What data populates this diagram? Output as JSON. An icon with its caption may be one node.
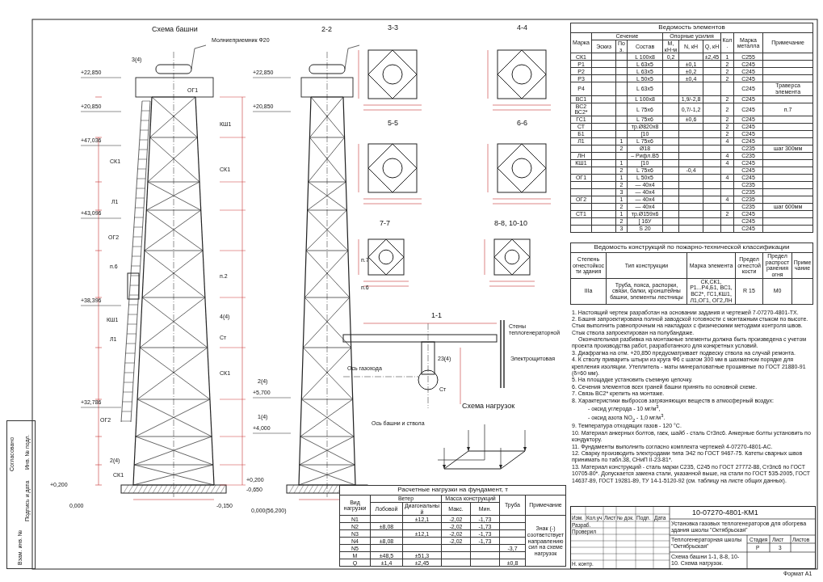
{
  "diagram": {
    "labels": [
      "Схема башни",
      "Молниеприемник Ф20",
      "2-2",
      "+22,850",
      "+20,850",
      "+47,036",
      "+43,096",
      "+38,396",
      "+32,786",
      "+0,200",
      "0,000",
      "-0,150",
      "3(4)",
      "ОГ1",
      "КШ1",
      "СК1",
      "СК1",
      "Л1",
      "ОГ2",
      "п.6",
      "п.2",
      "4(4)",
      "КШ1",
      "Л1",
      "Ст",
      "СК1",
      "ОГ2",
      "2(4)",
      "СК1",
      "+22,850",
      "+20,850",
      "п.7",
      "п.6",
      "2(4)",
      "+5,700",
      "1(4)",
      "+4,000",
      "+0,200",
      "-0,650",
      "0,000(56,200)",
      "3-3",
      "4-4",
      "5-5",
      "6-6",
      "7-7",
      "8-8, 10-10",
      "1-1",
      "Стены теплогенераторной",
      "Электрощитовая",
      "Ось газохода",
      "23(4)",
      "Ст",
      "Схема нагрузок",
      "Ось башни и ствола",
      "Ведомость элементов",
      "Марка",
      "Сечение",
      "Опорные усилия",
      "Кол.",
      "Марка металла",
      "Примечание",
      "Эскиз",
      "Поз.",
      "Состав",
      "M, кН·м",
      "N, кН",
      "Q, кН",
      "СК1",
      "L 100x8",
      "0,2",
      "±2,45",
      "1",
      "С255",
      "Р1",
      "L 63x5",
      "±0,1",
      "2",
      "С245",
      "Р2",
      "L 63x5",
      "±0,2",
      "2",
      "С245",
      "Р3",
      "L 50x5",
      "±0,4",
      "2",
      "С245",
      "Р4",
      "L 63x5",
      "С245",
      "Траверса элемента",
      "ВС1",
      "L 100x8",
      "1,9/-2,8",
      "2",
      "С245",
      "ВС2 ВС2*",
      "L 75x6",
      "0,7/-1,2",
      "2",
      "С245",
      "п.7",
      "ГС1",
      "L 75x6",
      "±0,6",
      "2",
      "С245",
      "СТ",
      "тр.Ø820x8",
      "2",
      "С245",
      "Б1",
      "[10",
      "2",
      "С245",
      "Л1",
      "1",
      "L 75x6",
      "4",
      "С245",
      "2",
      "Ø18",
      "С235",
      "шаг 300мм",
      "ЛН",
      "– Рифл.В5",
      "4",
      "С235",
      "КШ1",
      "1",
      "[10",
      "4",
      "С245",
      "2",
      "L 75x6",
      "-0,4",
      "С245",
      "ОГ1",
      "1",
      "L 50x5",
      "4",
      "С245",
      "2",
      "— 40x4",
      "С235",
      "3",
      "— 40x4",
      "С235",
      "ОГ2",
      "1",
      "— 40x4",
      "4",
      "С235",
      "2",
      "— 40x4",
      "С235",
      "шаг 600мм",
      "СТ1",
      "1",
      "тр.Ø159x6",
      "2",
      "С245",
      "2",
      "[ 16У",
      "С245",
      "3",
      "S 20",
      "С245",
      "Ведомость конструкций по пожарно-технической классификации",
      "Степень огнестойкости здания",
      "Тип конструкции",
      "Марка элемента",
      "Предел огнестойкости",
      "Предел распространения огня",
      "Примечание",
      "IIIа",
      "Труба, пояса, распорки, связи, балки, кронштейны башни, элементы лестницы",
      "СК,СК1, Р1...Р4,Б1, ВС1, ВС2*, ГС1,КШ1, Л1,ОГ1, ОГ2,ЛН",
      "R 15",
      "М0",
      "1. Настоящий чертеж разработан на основании задания и чертежей 7-07270-4801-ТХ.",
      "2. Башня запроектирована полной заводской готовности с монтажным стыком по высоте. Стык выполнить равнопрочным на накладках с физическими методами контроля швов. Стык ствола запроектирован на полубандаже.",
      "Окончательная разбивка на монтажные элементы должна быть произведена с учетом проекта производства работ, разработанного для конкретных условий.",
      "3. Диафрагма на отм. +20,850 предусматривает подвеску ствола на случай ремонта.",
      "4. К стволу приварить штыри из круга Ф6 с шагом 300 мм в шахматном порядке для крепления изоляции. Утеплитель - маты минераловатные прошивные по ГОСТ 21880-91 (δ=60 мм).",
      "5. На площадке установить съемную цепочку.",
      "6. Сечения элементов всех граней башни принять по основной схеме.",
      "7. Связь ВС2* крепить на монтаже.",
      "8. Характеристики выбросов загрязняющих веществ в атмосферный воздух:",
      "- оксид углерода - 10 мг/м$^{3}$,",
      "- оксид азота NO$_{2}$ - 1,0 мг/м$^{3}$.",
      "9. Температура отходящих газов - 120 °С.",
      "10. Материал анкерных болтов, гаек, шайб - сталь Ст3пс6. Анкерные болты установить по кондуктору.",
      "11. Фундаменты выполнить согласно комплекта чертежей 4-07270-4801-АС.",
      "12. Сварку производить электродами типа Э42 по ГОСТ 9467-75. Катеты сварных швов принимать по табл.38, СНиП II-23-81*.",
      "13. Материал конструкций - сталь марки С235, С245 по ГОСТ 27772-88, Ст3пс6 по ГОСТ 10705-80*. Допускается замена стали, указанной выше, на стали по ГОСТ 535-2005, ГОСТ 14637-89, ГОСТ 19281-89, ТУ 14-1-5120-92 (см. таблицу на листе общих данных).",
      "Расчетные нагрузки на фундамент, т",
      "Вид нагрузки",
      "Ветер",
      "Масса конструкций",
      "Труба",
      "Примечание",
      "Лобовой",
      "Диагональный",
      "Макс.",
      "Мин.",
      "N1",
      "±12,1",
      "-2,02",
      "-1,73",
      "Знак (-) соответствует направлению сил на схеме нагрузок",
      "N2",
      "±8,08",
      "-2,02",
      "-1,73",
      "N3",
      "±12,1",
      "-2,02",
      "-1,73",
      "N4",
      "±8,08",
      "-2,02",
      "-1,73",
      "N5",
      "-3,7",
      "M",
      "±48,5",
      "±51,3",
      "Q",
      "±1,4",
      "±2,45",
      "±0,8",
      "10-07270-4801-КМ1",
      "Установка газовых теплогенераторов для обогрева здания школы \"Октябрьская\"",
      "Теплогенераторная школы \"Октябрьская\"",
      "Стадия",
      "Лист",
      "Листов",
      "Р",
      "3",
      "Схема башни 1-1, 8-8, 10-10. Схема нагрузок.",
      "Изм.",
      "Кол.уч",
      "Лист",
      "№ док.",
      "Подп.",
      "Дата",
      "Разраб.",
      "Проверил",
      "Н. контр.",
      "Формат А1",
      "Согласовано",
      "Взам. инв. №",
      "Подпись и дата",
      "Инв. № подл."
    ]
  }
}
